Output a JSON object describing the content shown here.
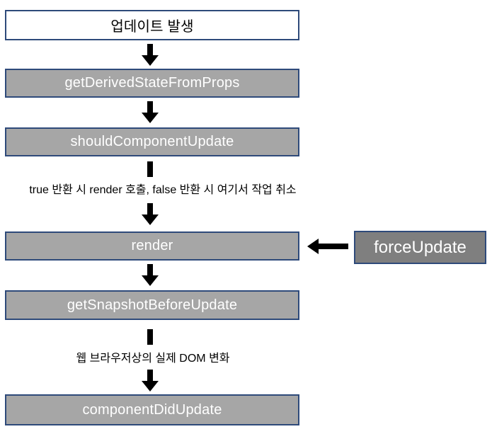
{
  "flow": {
    "nodes": {
      "update_event": "업데이트 발생",
      "get_derived_state_from_props": "getDerivedStateFromProps",
      "should_component_update": "shouldComponentUpdate",
      "render": "render",
      "force_update": "forceUpdate",
      "get_snapshot_before_update": "getSnapshotBeforeUpdate",
      "component_did_update": "componentDidUpdate"
    },
    "captions": {
      "should_component_update_note": "true 반환 시 render 호출, false 반환 시 여기서 작업 취소",
      "dom_change_note": "웹 브라우저상의 실제 DOM 변화"
    },
    "colors": {
      "node_border": "#2e4a7a",
      "node_fill_white": "#ffffff",
      "node_fill_gray": "#a6a6a6",
      "node_fill_dark_gray": "#7f7f7f",
      "arrow": "#000000",
      "text_on_gray": "#ffffff",
      "text_dark": "#000000"
    }
  }
}
